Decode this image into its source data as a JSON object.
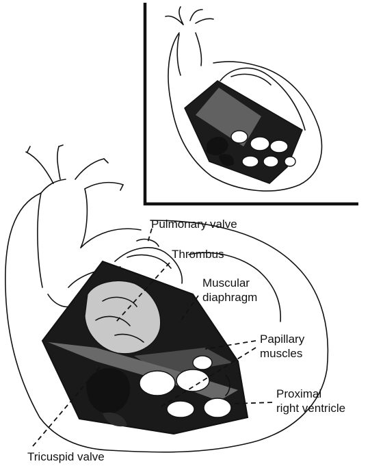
{
  "labels": {
    "pulmonary_valve": "Pulmonary valve",
    "thrombus": "Thrombus",
    "muscular_diaphragm_1": "Muscular",
    "muscular_diaphragm_2": "diaphragm",
    "papillary_muscles_1": "Papillary",
    "papillary_muscles_2": "muscles",
    "proximal_rv_1": "Proximal",
    "proximal_rv_2": "right ventricle",
    "tricuspid_valve": "Tricuspid valve"
  },
  "colors": {
    "ink": "#111111",
    "background": "#ffffff"
  }
}
